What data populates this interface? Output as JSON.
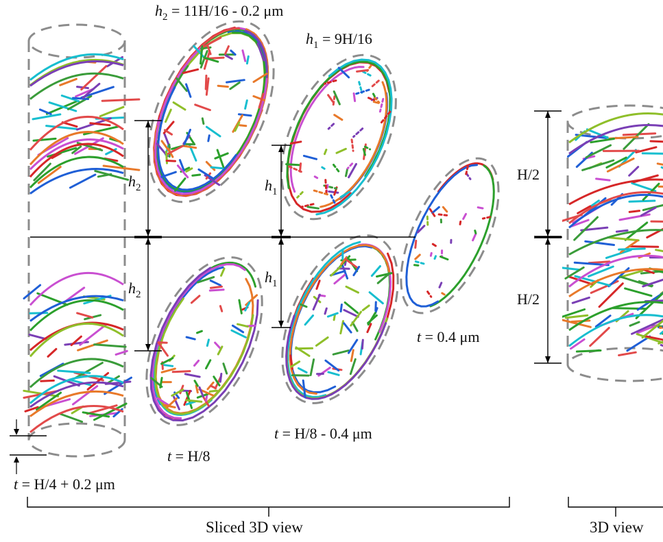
{
  "labels": {
    "h2_eq_var": "h",
    "h2_eq_sub": "2",
    "h2_eq_rest": " = 11H/16 - 0.2 μm",
    "h1_eq_var": "h",
    "h1_eq_sub": "1",
    "h1_eq_rest": " = 9H/16",
    "h2_var": "h",
    "h2_sub": "2",
    "h1_var": "h",
    "h1_sub": "1",
    "half_upper": "H/2",
    "half_lower": "H/2",
    "t_var": "t",
    "t1_rest": " = H/4 + 0.2 μm",
    "t2_rest": " = H/8",
    "t3_rest": " = H/8 - 0.4 μm",
    "t4_rest": " = 0.4 μm",
    "sliced_caption": "Sliced 3D view",
    "full_caption": "3D view"
  },
  "colors": {
    "outline": "#8c8c8c",
    "strands": [
      "#d62728",
      "#2ca02c",
      "#1f5fd6",
      "#c94fd1",
      "#e8792a",
      "#17becf",
      "#8fbf2a",
      "#7a3fb5",
      "#e24a4a",
      "#3a9c3a"
    ]
  }
}
